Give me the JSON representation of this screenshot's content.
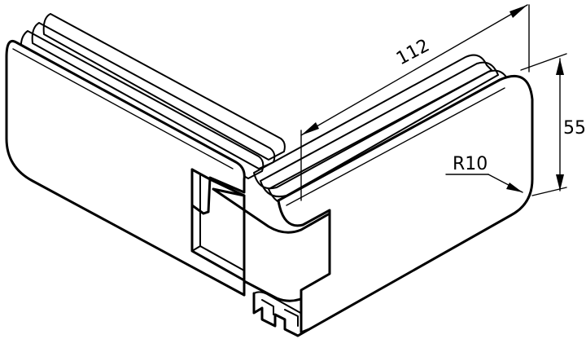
{
  "dimensions": {
    "length": "112",
    "height": "55",
    "radius": "R10"
  },
  "colors": {
    "line": "#000000",
    "background": "#ffffff"
  }
}
